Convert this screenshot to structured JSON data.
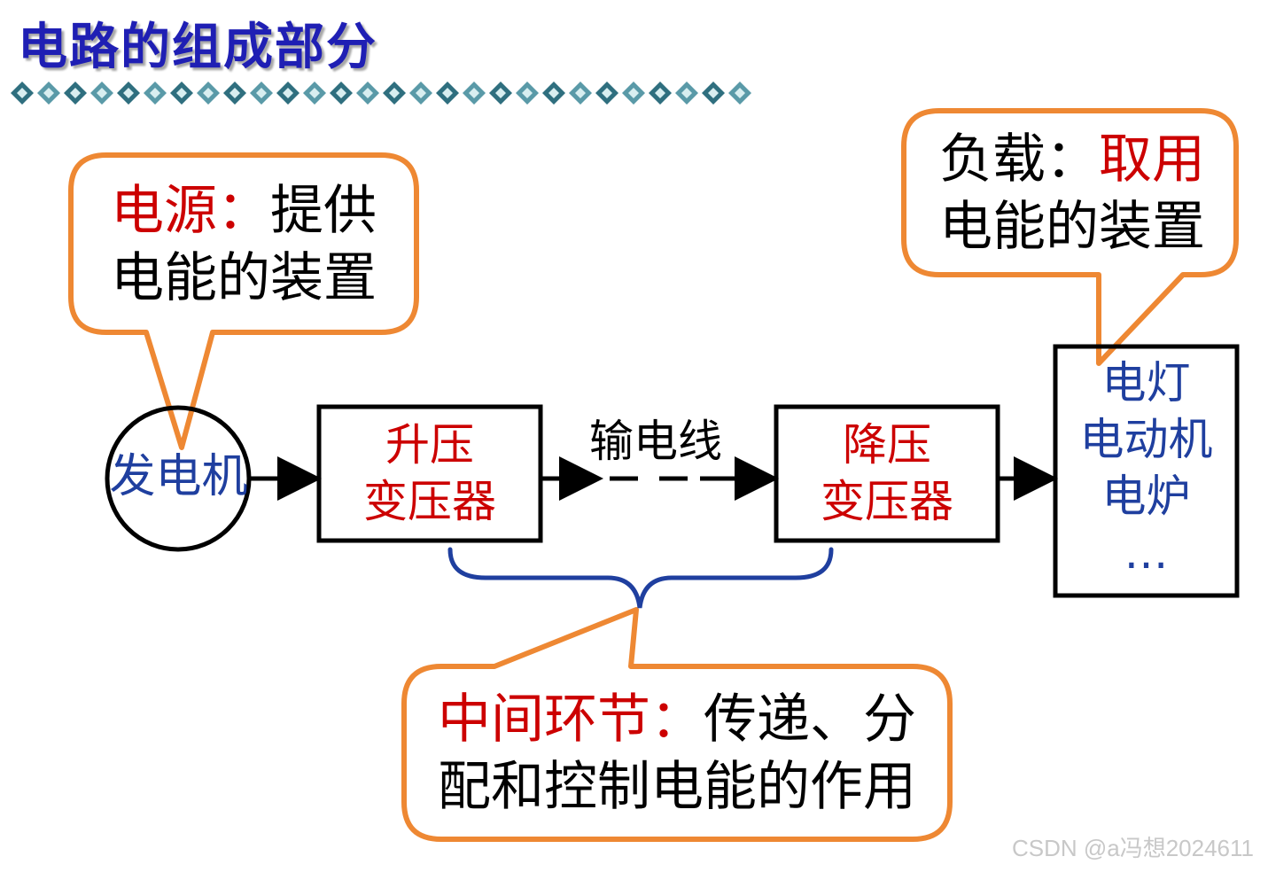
{
  "title": "电路的组成部分",
  "colors": {
    "title": "#1f1fb4",
    "callout_border": "#ee8833",
    "emphasis_red": "#cc0000",
    "load_blue": "#1f3f9f",
    "brace_blue": "#1f3f9f",
    "line": "#000000"
  },
  "callouts": {
    "source": {
      "heading": "电源：",
      "line1_rest": "提供",
      "line2": "电能的装置"
    },
    "load": {
      "heading": "负载：",
      "heading_em": "取用",
      "line2": "电能的装置"
    },
    "middle": {
      "heading": "中间环节：",
      "line1_rest": "传递、分",
      "line2": "配和控制电能的作用"
    }
  },
  "nodes": {
    "generator": "发电机",
    "step_up": {
      "line1": "升压",
      "line2": "变压器"
    },
    "transmission_line": "输电线",
    "step_down": {
      "line1": "降压",
      "line2": "变压器"
    },
    "loads": [
      "电灯",
      "电动机",
      "电炉",
      "…"
    ]
  },
  "watermark": "CSDN @a冯想2024611"
}
